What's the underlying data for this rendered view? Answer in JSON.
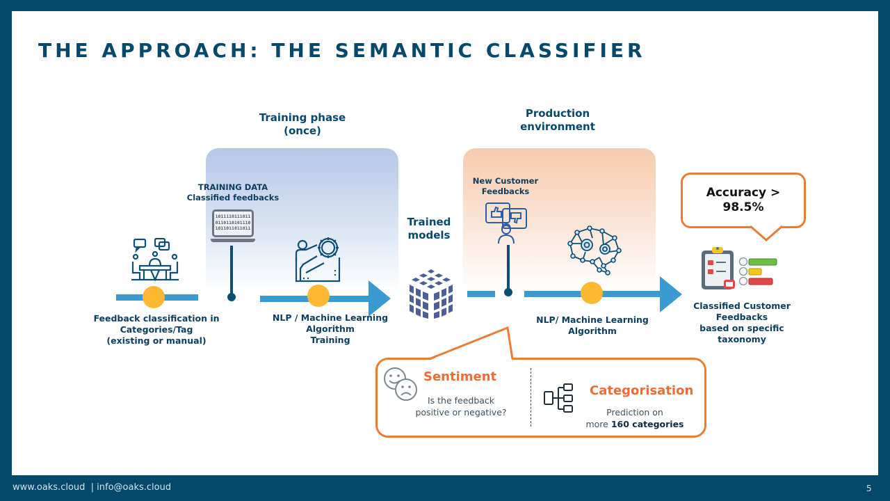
{
  "title": "THE APPROACH: THE SEMANTIC CLASSIFIER",
  "phases": {
    "training": {
      "line1": "Training phase",
      "line2": "(once)"
    },
    "production": {
      "line1": "Production",
      "line2": "environment"
    }
  },
  "training_data": {
    "line1": "TRAINING DATA",
    "line2": "Classified feedbacks",
    "binary": [
      "1011110111011",
      "0110110101110",
      "1011011011011"
    ]
  },
  "steps": {
    "feedback_classification": {
      "line1": "Feedback classification in",
      "line2": "Categories/Tag",
      "line3": "(existing or manual)"
    },
    "nlp_training": {
      "line1": "NLP / Machine Learning",
      "line2": "Algorithm",
      "line3": "Training"
    },
    "trained_models": {
      "line1": "Trained",
      "line2": "models"
    },
    "new_feedbacks": {
      "line1": "New Customer",
      "line2": "Feedbacks"
    },
    "nlp_algorithm": {
      "line1": "NLP/ Machine Learning",
      "line2": "Algorithm"
    },
    "classified": {
      "line1": "Classified Customer",
      "line2": "Feedbacks",
      "line3": "based on specific",
      "line4": "taxonomy"
    }
  },
  "accuracy": {
    "line1": "Accuracy >",
    "line2": "98.5%"
  },
  "callout": {
    "sentiment": {
      "title": "Sentiment",
      "line1": "Is the feedback",
      "line2": "positive or negative?"
    },
    "categorisation": {
      "title": "Categorisation",
      "line1": "Prediction on",
      "line2_prefix": "more ",
      "line2_bold": "160 categories"
    }
  },
  "footer": {
    "contact": "www.oaks.cloud  | info@oaks.cloud",
    "page_number": "5"
  },
  "colors": {
    "brand": "#03496b",
    "flow": "#3a9bd0",
    "milestone": "#fdb933",
    "accent": "#ea7c33"
  }
}
